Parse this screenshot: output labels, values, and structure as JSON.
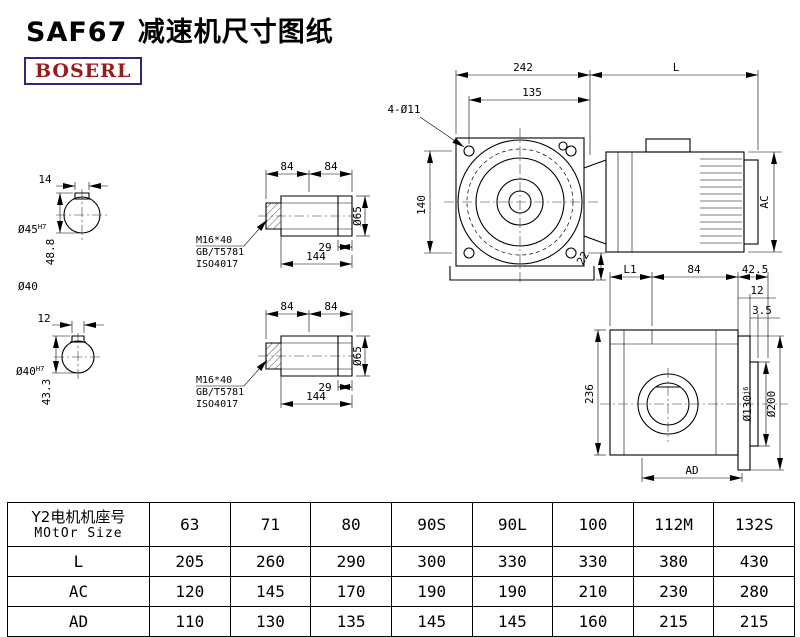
{
  "title": "SAF67 减速机尺寸图纸",
  "logo": {
    "text": "BOSERL"
  },
  "colors": {
    "logo_text": "#9a1a1a",
    "logo_border": "#2a2a7a",
    "drawing_line": "#000000"
  },
  "drawing": {
    "front": {
      "d242": "242",
      "dL": "L",
      "d135": "135",
      "d4o11": "4-Ø11",
      "d140": "140",
      "d22": "22",
      "dAC": "AC"
    },
    "side": {
      "dL1": "L1",
      "d84": "84",
      "d425": "42.5",
      "d12": "12",
      "d35": "3.5",
      "d236": "236",
      "d130": "Ø130",
      "d130tol": "j6",
      "d200": "Ø200",
      "dAD": "AD"
    },
    "bore1": {
      "width": "14",
      "dia": "Ø45",
      "tol": "H7",
      "depth": "48.8",
      "shaft_dia": "Ø40"
    },
    "bore2": {
      "width": "12",
      "dia": "Ø40",
      "tol": "H7",
      "depth": "43.3"
    },
    "shaft": {
      "d84a": "84",
      "d84b": "84",
      "d29": "29",
      "d144": "144",
      "d65": "Ø65",
      "fastener1": "M16*40",
      "fastener2": "GB/T5781",
      "fastener3": "ISO4017"
    }
  },
  "table": {
    "header": {
      "line1": "Y2电机机座号",
      "line2": "MOtOr Size"
    },
    "sizes": [
      "63",
      "71",
      "80",
      "90S",
      "90L",
      "100",
      "112M",
      "132S"
    ],
    "rows": [
      {
        "label": "L",
        "values": [
          "205",
          "260",
          "290",
          "300",
          "330",
          "330",
          "380",
          "430"
        ]
      },
      {
        "label": "AC",
        "values": [
          "120",
          "145",
          "170",
          "190",
          "190",
          "210",
          "230",
          "280"
        ]
      },
      {
        "label": "AD",
        "values": [
          "110",
          "130",
          "135",
          "145",
          "145",
          "160",
          "215",
          "215"
        ]
      }
    ]
  }
}
